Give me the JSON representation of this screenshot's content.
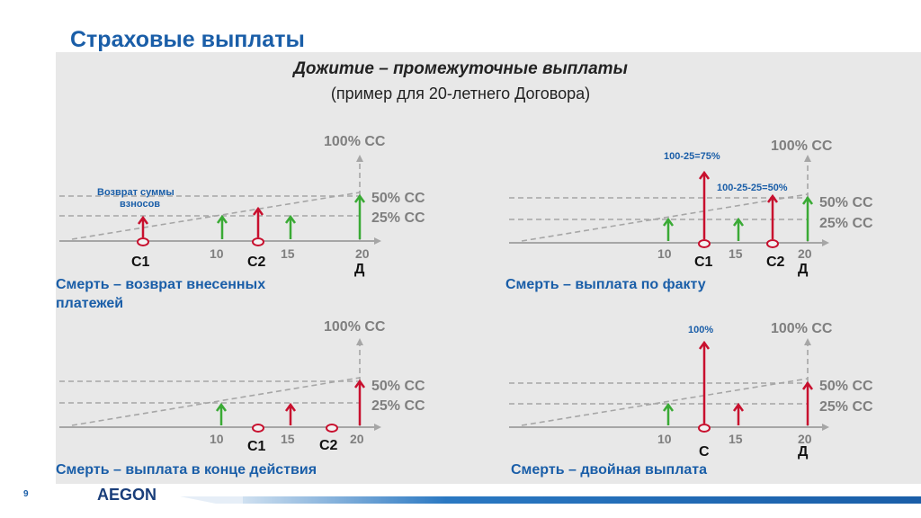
{
  "title": "Страховые выплаты",
  "subtitle": "Дожитие – промежуточные выплаты",
  "subtitle2": "(пример для 20-летнего Договора)",
  "page_number": "9",
  "logo": "AEGON",
  "colors": {
    "green": "#3aaa35",
    "red": "#c8102e",
    "blue": "#1a5ea8",
    "gray": "#a6a6a6",
    "panel": "#e8e8e8"
  },
  "levels": {
    "l100": "100% CC",
    "l50": "50% CC",
    "l25": "25% CC"
  },
  "ticks": {
    "t10": "10",
    "t15": "15",
    "t20": "20"
  },
  "panels": {
    "p1": {
      "caption": "Смерть – возврат внесенных платежей",
      "caption_line1": "Смерть – возврат внесенных",
      "caption_line2": "платежей",
      "note_line1": "Возврат суммы",
      "note_line2": "взносов",
      "c1": "C1",
      "c2": "C2",
      "end": "Д"
    },
    "p2": {
      "caption": "Смерть – выплата по факту",
      "note_a": "100-25=75%",
      "note_b": "100-25-25=50%",
      "c1": "C1",
      "c2": "C2",
      "end": "Д"
    },
    "p3": {
      "caption": "Смерть – выплата в конце действия",
      "c1": "C1",
      "c2": "C2"
    },
    "p4": {
      "caption": "Смерть – двойная выплата",
      "note_a": "100%",
      "c": "C",
      "end": "Д"
    }
  }
}
